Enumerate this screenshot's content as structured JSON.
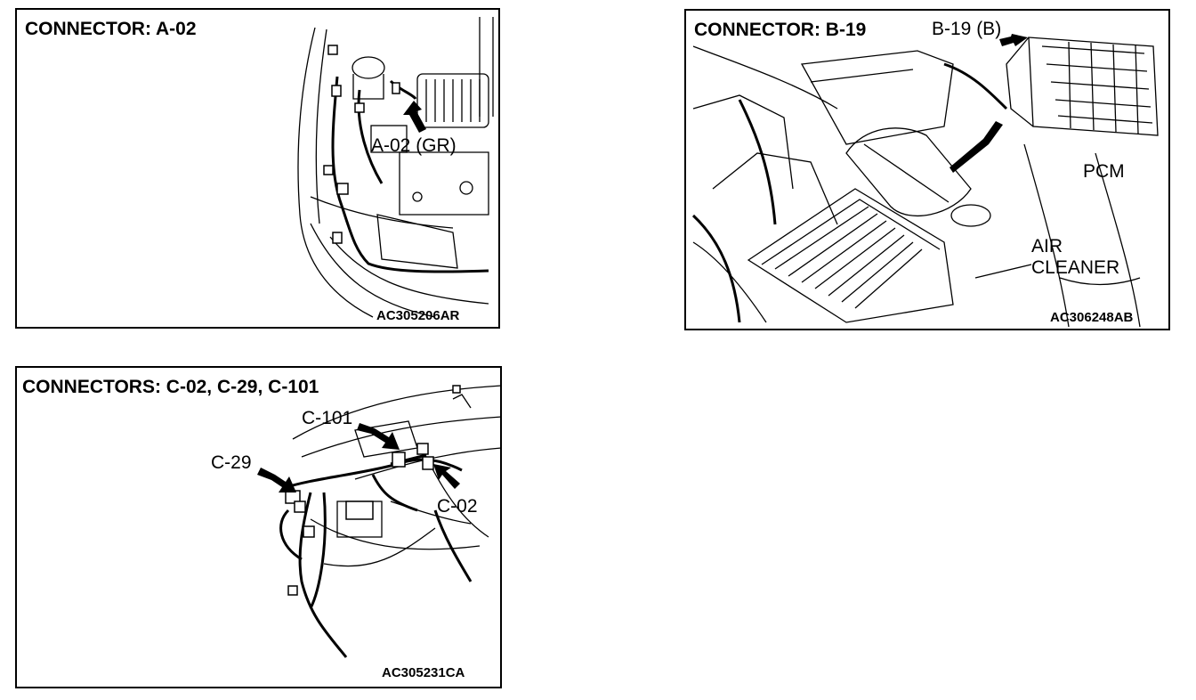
{
  "panels": [
    {
      "title": "CONNECTOR: A-02",
      "code": "AC305206AR",
      "labels": {
        "connector": "A-02 (GR)"
      }
    },
    {
      "title": "CONNECTOR: B-19",
      "code": "AC306248AB",
      "labels": {
        "connector": "B-19 (B)",
        "pcm": "PCM",
        "air1": "AIR",
        "air2": "CLEANER"
      }
    },
    {
      "title": "CONNECTORS: C-02, C-29, C-101",
      "code": "AC305231CA",
      "labels": {
        "c101": "C-101",
        "c29": "C-29",
        "c02": "C-02"
      }
    }
  ]
}
